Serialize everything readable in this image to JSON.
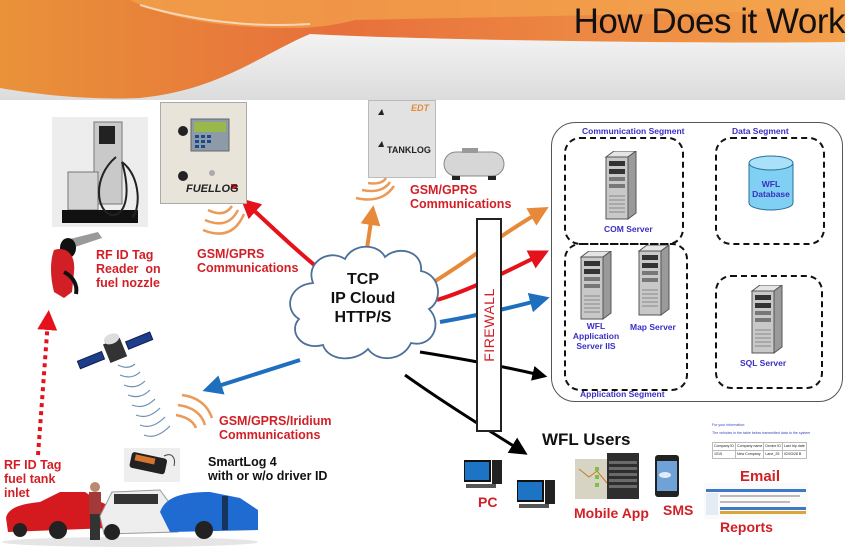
{
  "header": {
    "title": "How Does it Work"
  },
  "devices": {
    "fuel_nozzle_label": "RF ID Tag\nReader  on\nfuel nozzle",
    "fuellog_brand": "FUELLOG",
    "fuellog_comm_label": "GSM/GPRS\nCommunications",
    "tanklog_brand": "TANKLOG",
    "tanklog_logo": "EDT",
    "tanklog_comm_label": "GSM/GPRS\nCommunications",
    "vehicle_comm_label": "GSM/GPRS/Iridium\nCommunications",
    "smartlog_label": "SmartLog 4\nwith or w/o driver ID",
    "fuel_tank_label": "RF ID Tag\nfuel tank\ninlet"
  },
  "cloud": {
    "label": "TCP\nIP Cloud\nHTTP/S"
  },
  "firewall": {
    "label": "FIREWALL"
  },
  "server_diagram": {
    "communication_segment": "Communication Segment",
    "data_segment": "Data Segment",
    "application_segment": "Application Segment",
    "com_server": "COM Server",
    "database": "WFL\nDatabase",
    "app_server": "WFL\nApplication\nServer IIS",
    "map_server": "Map Server",
    "sql_server": "SQL Server"
  },
  "users": {
    "title": "WFL Users",
    "pc": "PC",
    "mobile_app": "Mobile App",
    "sms": "SMS",
    "email": "Email",
    "reports": "Reports",
    "email_preview": {
      "line1": "For your information:",
      "line2": "The vehicles in the table below transmitted data to the system",
      "headers": [
        "Company ID",
        "Company name",
        "Device ID",
        "Last trip date"
      ],
      "row": [
        "1015",
        "New Company",
        "Lane_25",
        "02/03/28 B"
      ]
    }
  },
  "colors": {
    "orange_arrow": "#e8893a",
    "red_arrow": "#e5121b",
    "blue_arrow": "#1f6fbf",
    "black_arrow": "#000000",
    "label_red": "#d21f26",
    "label_blue": "#3a2ec4",
    "banner_orange": "#f0913a"
  }
}
